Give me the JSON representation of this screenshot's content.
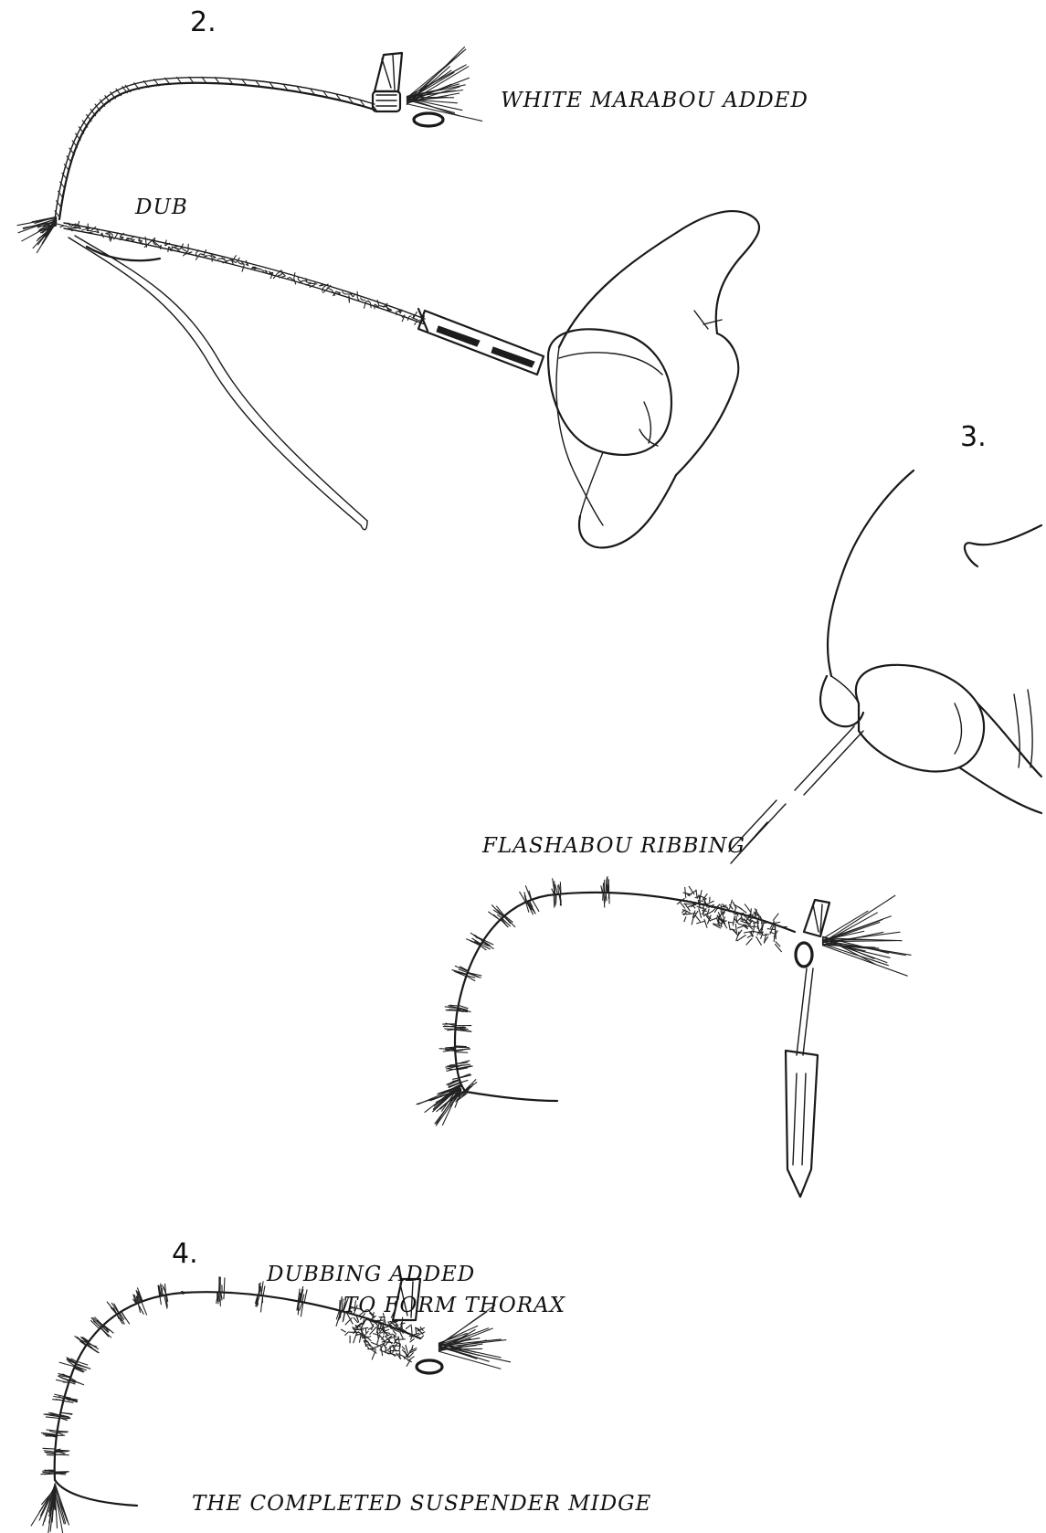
{
  "steps": [
    {
      "number": "2.",
      "captions": [
        "WHITE MARABOU ADDED",
        "DUB"
      ]
    },
    {
      "number": "3.",
      "captions": [
        "FLASHABOU RIBBING"
      ]
    },
    {
      "number": "4.",
      "captions": [
        "DUBBING ADDED",
        "TO FORM THORAX",
        "THE COMPLETED SUSPENDER MIDGE"
      ]
    }
  ],
  "colors": {
    "ink": "#1a1a1a",
    "paper": "#ffffff"
  }
}
